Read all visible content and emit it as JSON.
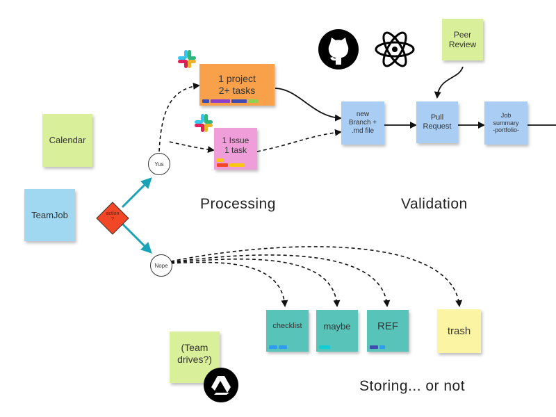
{
  "notes": {
    "calendar": "Calendar",
    "teamjob": "TeamJob",
    "project": "1 project\n2+ tasks",
    "issue": "1 Issue\n1 task",
    "branch": "new\nBranch +\n.md file",
    "pull": "Pull\nRequest",
    "job": "Job\nsummary\n-portfolio-",
    "peer": "Peer\nReview",
    "checklist": "checklist",
    "maybe": "maybe",
    "ref": "REF",
    "trash": "trash",
    "teamdrives": "(Team\ndrives?)"
  },
  "decision": {
    "label": "action\n?",
    "yes": "Yus",
    "no": "Nope"
  },
  "sections": {
    "processing": "Processing",
    "validation": "Validation",
    "storing": "Storing... or not"
  },
  "colors": {
    "green": "#d9ef9a",
    "blue": "#9fd8f0",
    "lightblue": "#a9cdf3",
    "orange": "#f8a14a",
    "pink": "#ef9ed9",
    "teal": "#58c4b9",
    "yellow": "#fbf5a3",
    "red": "#f24726",
    "tag_navy": "#414bb2",
    "tag_purple": "#8d3fc7",
    "tag_green": "#8fd14f",
    "tag_red": "#f24726",
    "tag_yellow": "#fac710",
    "tag_blue": "#2d9bf0",
    "tag_cyan": "#12cdd4"
  },
  "icons": [
    "slack-icon",
    "github-icon",
    "atom-icon",
    "google-drive-icon"
  ]
}
